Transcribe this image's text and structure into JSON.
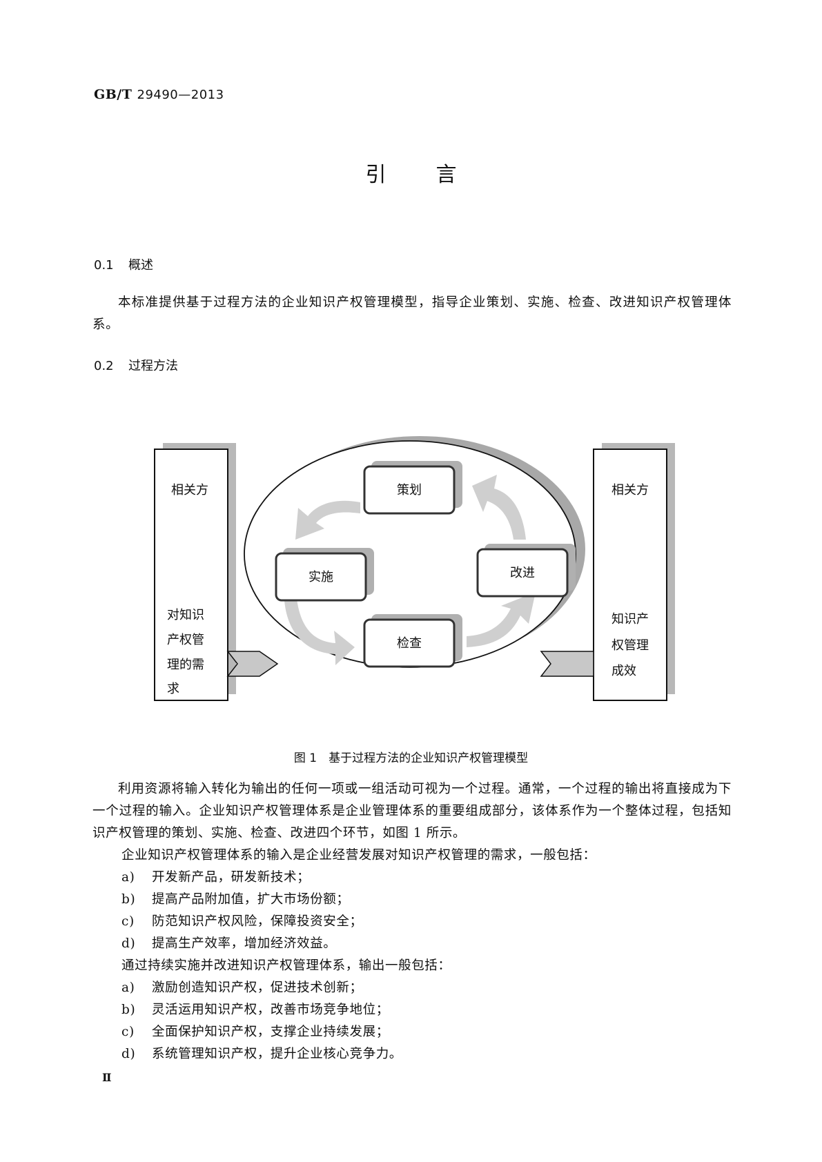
{
  "header": {
    "standard_code": "GB/T",
    "standard_number": "29490—2013"
  },
  "title": "引言",
  "section1": {
    "number": "0.1",
    "title": "概述"
  },
  "section1_paragraph": "本标准提供基于过程方法的企业知识产权管理模型，指导企业策划、实施、检查、改进知识产权管理体系。",
  "section2": {
    "number": "0.2",
    "title": "过程方法"
  },
  "figure": {
    "left_box": {
      "title": "相关方",
      "lines": [
        "对知识",
        "产权管",
        "理的需",
        "求"
      ]
    },
    "right_box": {
      "title": "相关方",
      "lines": [
        "知识产",
        "权管理",
        "成效"
      ]
    },
    "steps": {
      "plan": "策划",
      "do": "实施",
      "check": "检查",
      "act": "改进"
    },
    "caption": "图 1　基于过程方法的企业知识产权管理模型"
  },
  "body": {
    "p1": "利用资源将输入转化为输出的任何一项或一组活动可视为一个过程。通常，一个过程的输出将直接成为下一个过程的输入。企业知识产权管理体系是企业管理体系的重要组成部分，该体系作为一个整体过程，包括知识产权管理的策划、实施、检查、改进四个环节，如图 1 所示。",
    "p2": "企业知识产权管理体系的输入是企业经营发展对知识产权管理的需求，一般包括：",
    "list1": [
      {
        "marker": "a)",
        "text": "开发新产品，研发新技术；"
      },
      {
        "marker": "b)",
        "text": "提高产品附加值，扩大市场份额；"
      },
      {
        "marker": "c)",
        "text": "防范知识产权风险，保障投资安全；"
      },
      {
        "marker": "d)",
        "text": "提高生产效率，增加经济效益。"
      }
    ],
    "p3": "通过持续实施并改进知识产权管理体系，输出一般包括：",
    "list2": [
      {
        "marker": "a)",
        "text": "激励创造知识产权，促进技术创新；"
      },
      {
        "marker": "b)",
        "text": "灵活运用知识产权，改善市场竞争地位；"
      },
      {
        "marker": "c)",
        "text": "全面保护知识产权，支撑企业持续发展；"
      },
      {
        "marker": "d)",
        "text": "系统管理知识产权，提升企业核心竞争力。"
      }
    ]
  },
  "footer": {
    "page_number": "Ⅱ"
  }
}
